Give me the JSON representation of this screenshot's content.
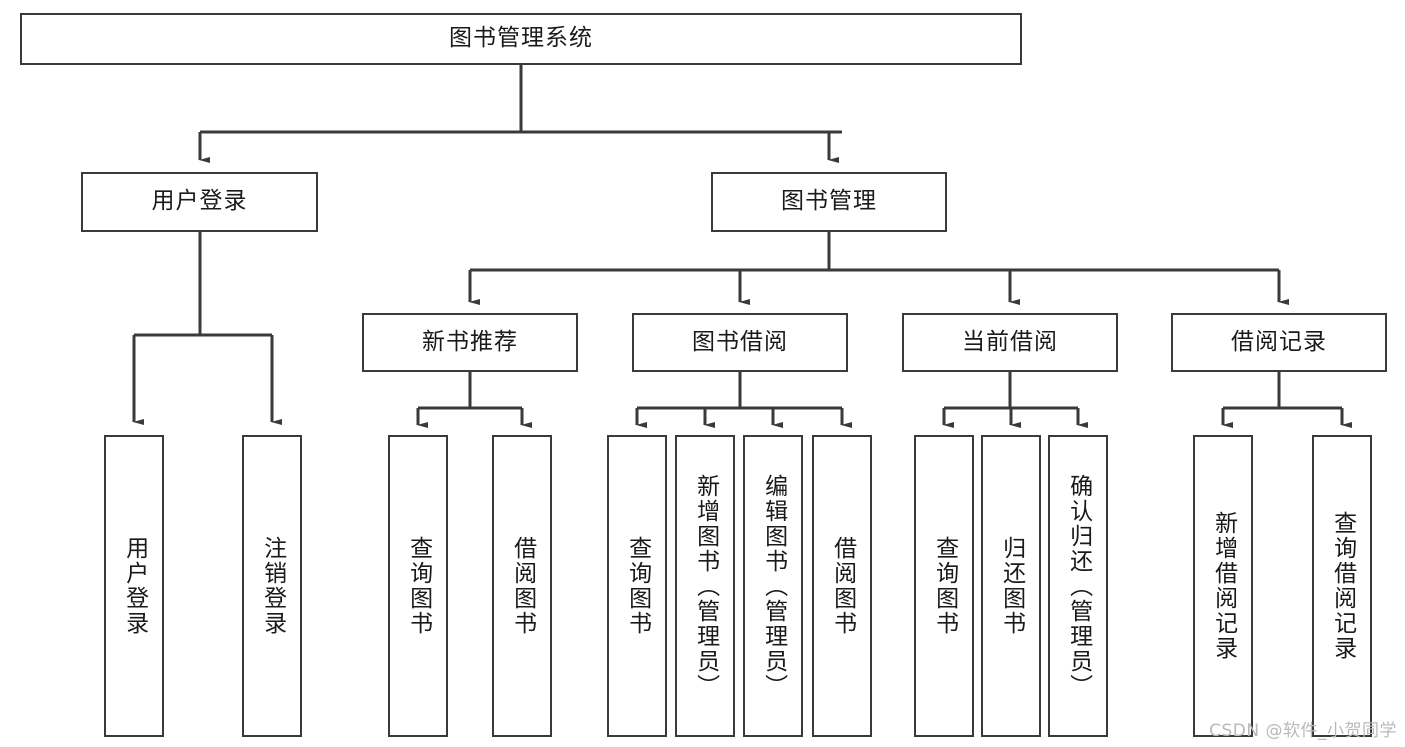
{
  "diagram": {
    "type": "tree",
    "title": "图书管理系统",
    "orientation": "top-down",
    "colors": {
      "box_border": "#3a3a3a",
      "box_fill": "#ffffff",
      "edge": "#3a3a3a",
      "text": "#1a1a1a",
      "watermark": "#b9b9b9",
      "background": "#ffffff"
    },
    "root": {
      "label": "图书管理系统"
    },
    "level2": [
      {
        "label": "用户登录"
      },
      {
        "label": "图书管理"
      }
    ],
    "level3": [
      {
        "label": "新书推荐"
      },
      {
        "label": "图书借阅"
      },
      {
        "label": "当前借阅"
      },
      {
        "label": "借阅记录"
      }
    ],
    "leaves": {
      "user_login": [
        {
          "label": "用户登录"
        },
        {
          "label": "注销登录"
        }
      ],
      "new_book_recommend": [
        {
          "label": "查询图书"
        },
        {
          "label": "借阅图书"
        }
      ],
      "book_borrow": [
        {
          "label": "查询图书"
        },
        {
          "label": "新增图书（管理员）"
        },
        {
          "label": "编辑图书（管理员）"
        },
        {
          "label": "借阅图书"
        }
      ],
      "current_borrow": [
        {
          "label": "查询图书"
        },
        {
          "label": "归还图书"
        },
        {
          "label": "确认归还（管理员）"
        }
      ],
      "borrow_record": [
        {
          "label": "新增借阅记录"
        },
        {
          "label": "查询借阅记录"
        }
      ]
    }
  },
  "watermark": {
    "text": "CSDN @软件_小贺同学"
  }
}
